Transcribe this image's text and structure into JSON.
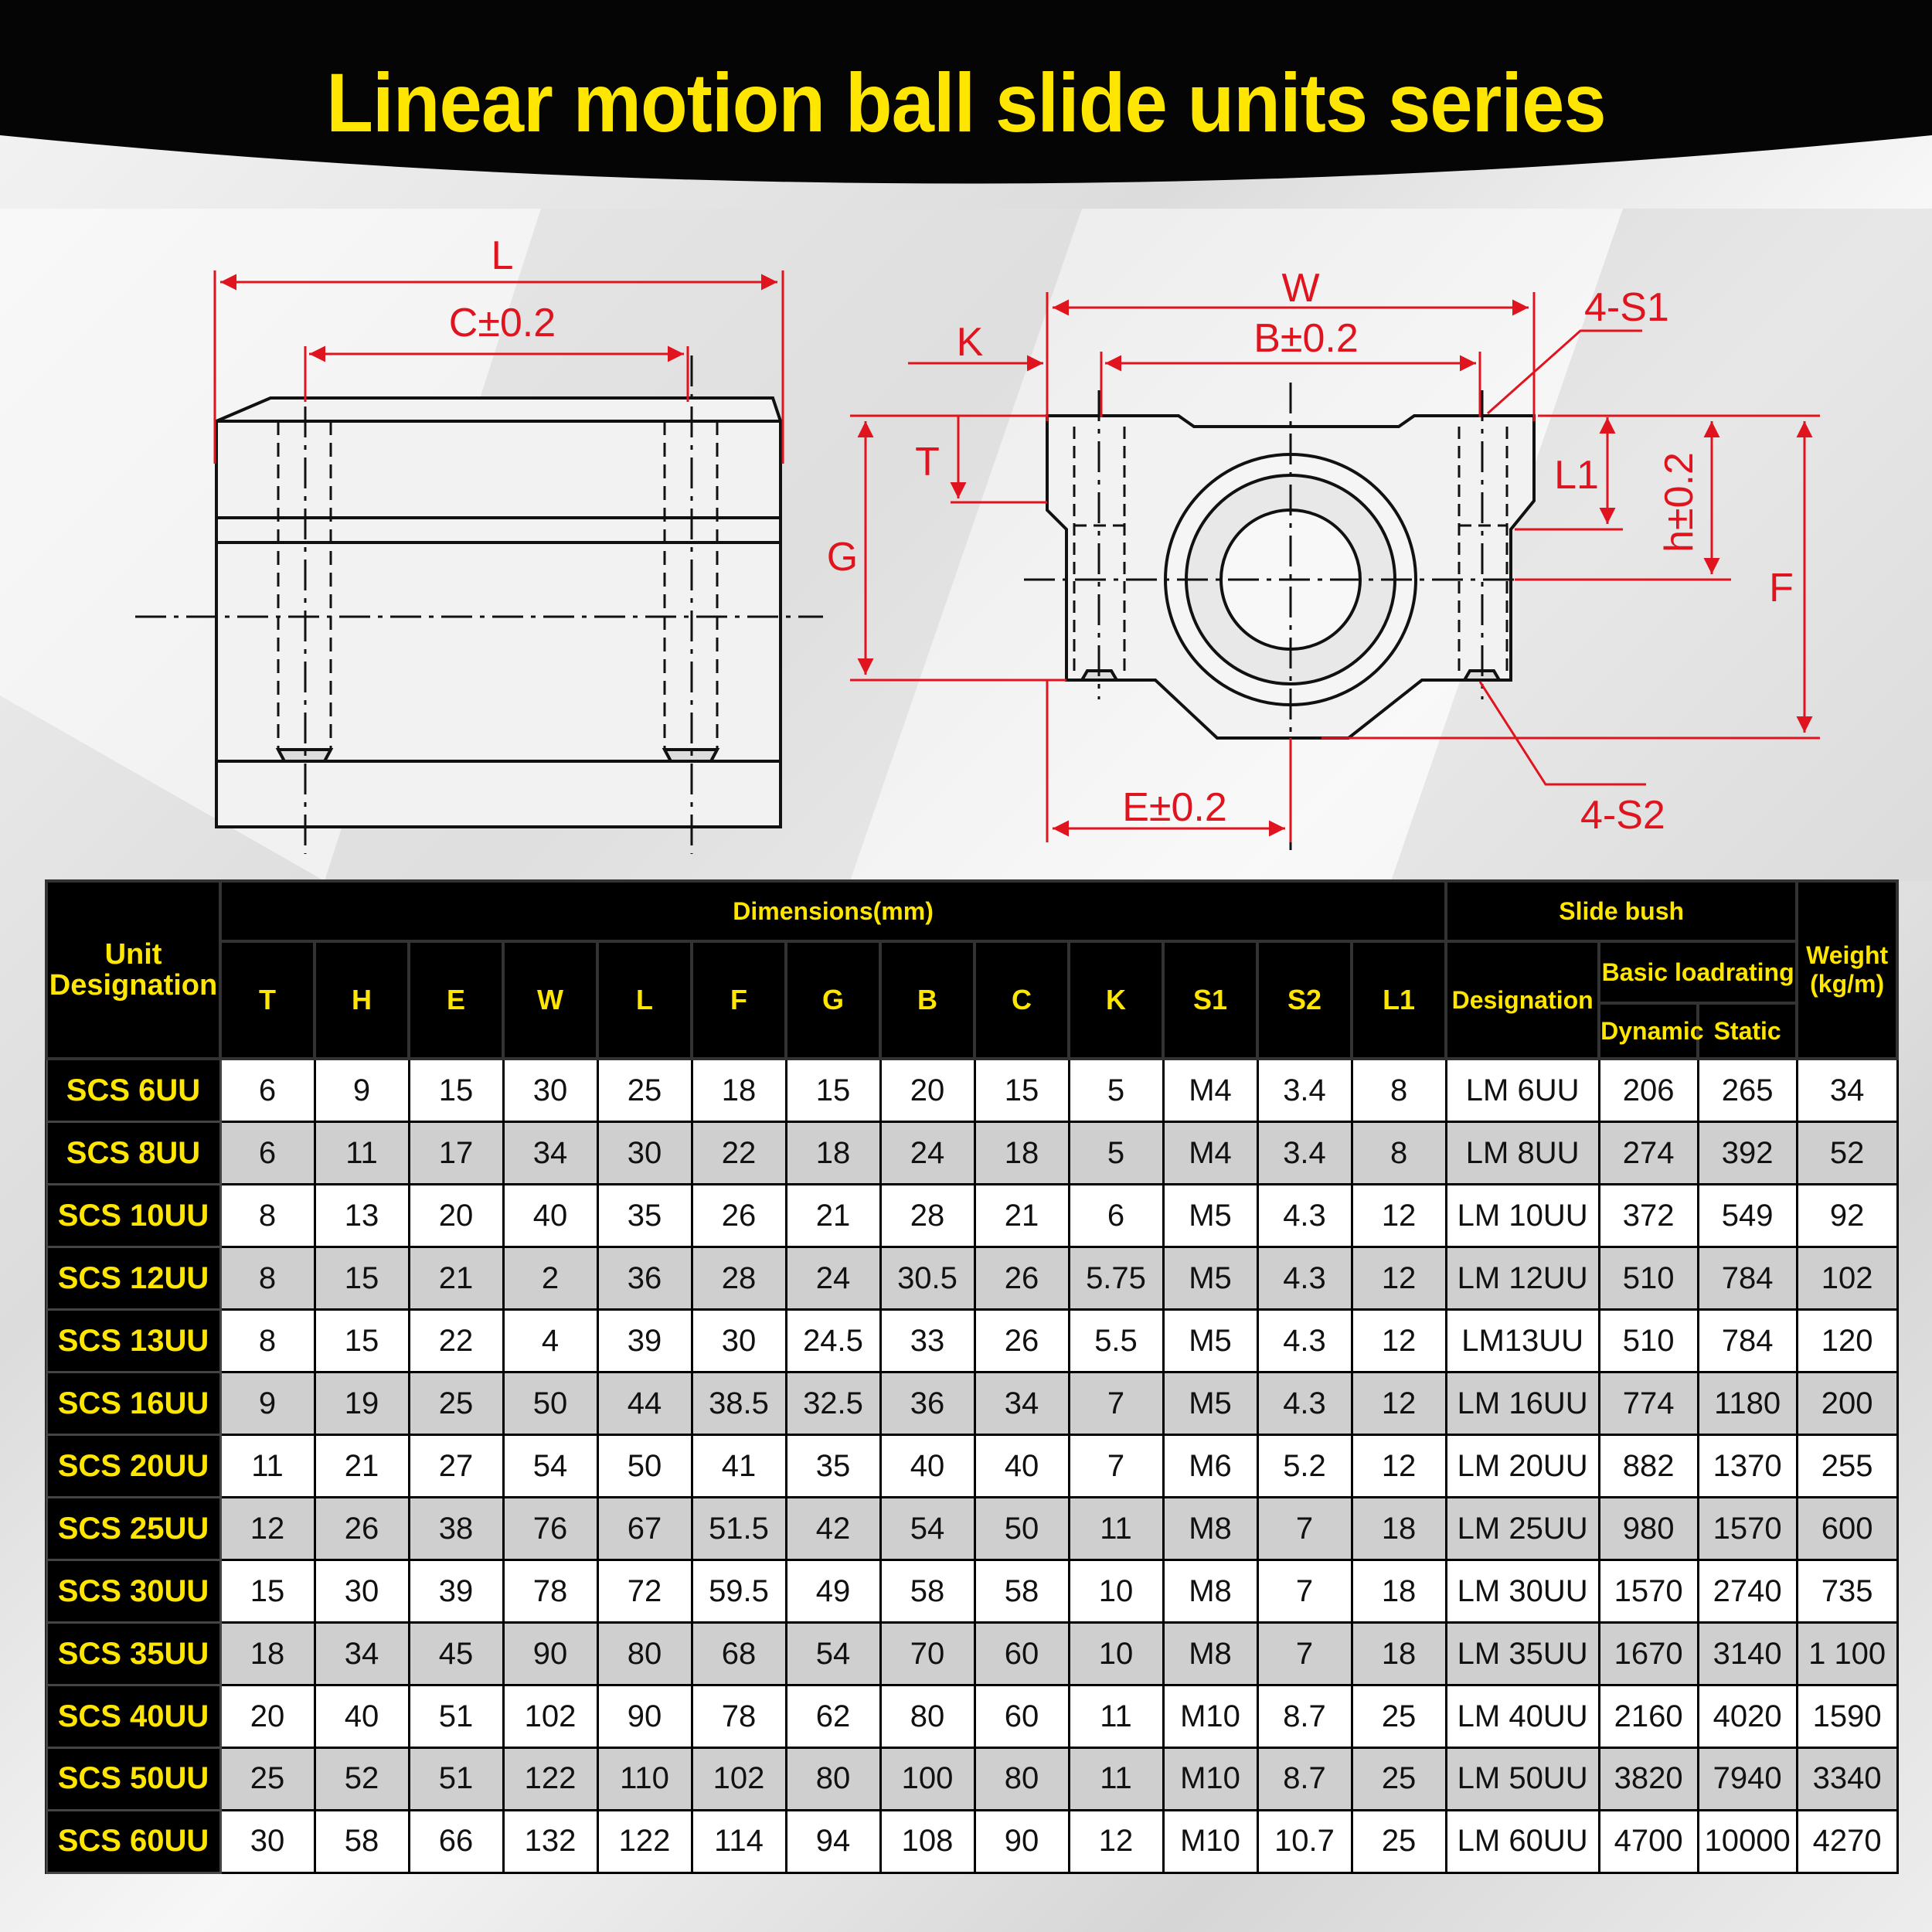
{
  "title": "Linear motion ball slide units series",
  "drawing": {
    "labels": {
      "L": "L",
      "C": "C±0.2",
      "W": "W",
      "K": "K",
      "B": "B±0.2",
      "S1": "4-S1",
      "T": "T",
      "G": "G",
      "L1": "L1",
      "h": "h±0.2",
      "F": "F",
      "E": "E±0.2",
      "S2": "4-S2"
    }
  },
  "table": {
    "header": {
      "unit_designation": "Unit Designation",
      "dimensions": "Dimensions(mm)",
      "slide_bush": "Slide bush",
      "weight": "Weight (kg/m)",
      "designation": "Designation",
      "basic_loadrating": "Basic loadrating",
      "dynamic": "Dynamic",
      "static": "Static",
      "dim_cols": [
        "T",
        "H",
        "E",
        "W",
        "L",
        "F",
        "G",
        "B",
        "C",
        "K",
        "S1",
        "S2",
        "L1"
      ]
    },
    "rows": [
      {
        "unit": "SCS 6UU",
        "vals": [
          "6",
          "9",
          "15",
          "30",
          "25",
          "18",
          "15",
          "20",
          "15",
          "5",
          "M4",
          "3.4",
          "8"
        ],
        "bush": "LM 6UU",
        "dyn": "206",
        "sta": "265",
        "wt": "34"
      },
      {
        "unit": "SCS 8UU",
        "vals": [
          "6",
          "11",
          "17",
          "34",
          "30",
          "22",
          "18",
          "24",
          "18",
          "5",
          "M4",
          "3.4",
          "8"
        ],
        "bush": "LM 8UU",
        "dyn": "274",
        "sta": "392",
        "wt": "52"
      },
      {
        "unit": "SCS 10UU",
        "vals": [
          "8",
          "13",
          "20",
          "40",
          "35",
          "26",
          "21",
          "28",
          "21",
          "6",
          "M5",
          "4.3",
          "12"
        ],
        "bush": "LM 10UU",
        "dyn": "372",
        "sta": "549",
        "wt": "92"
      },
      {
        "unit": "SCS 12UU",
        "vals": [
          "8",
          "15",
          "21",
          "2",
          "36",
          "28",
          "24",
          "30.5",
          "26",
          "5.75",
          "M5",
          "4.3",
          "12"
        ],
        "bush": "LM 12UU",
        "dyn": "510",
        "sta": "784",
        "wt": "102"
      },
      {
        "unit": "SCS 13UU",
        "vals": [
          "8",
          "15",
          "22",
          "4",
          "39",
          "30",
          "24.5",
          "33",
          "26",
          "5.5",
          "M5",
          "4.3",
          "12"
        ],
        "bush": "LM13UU",
        "dyn": "510",
        "sta": "784",
        "wt": "120"
      },
      {
        "unit": "SCS 16UU",
        "vals": [
          "9",
          "19",
          "25",
          "50",
          "44",
          "38.5",
          "32.5",
          "36",
          "34",
          "7",
          "M5",
          "4.3",
          "12"
        ],
        "bush": "LM 16UU",
        "dyn": "774",
        "sta": "1180",
        "wt": "200"
      },
      {
        "unit": "SCS 20UU",
        "vals": [
          "11",
          "21",
          "27",
          "54",
          "50",
          "41",
          "35",
          "40",
          "40",
          "7",
          "M6",
          "5.2",
          "12"
        ],
        "bush": "LM 20UU",
        "dyn": "882",
        "sta": "1370",
        "wt": "255"
      },
      {
        "unit": "SCS 25UU",
        "vals": [
          "12",
          "26",
          "38",
          "76",
          "67",
          "51.5",
          "42",
          "54",
          "50",
          "11",
          "M8",
          "7",
          "18"
        ],
        "bush": "LM 25UU",
        "dyn": "980",
        "sta": "1570",
        "wt": "600"
      },
      {
        "unit": "SCS 30UU",
        "vals": [
          "15",
          "30",
          "39",
          "78",
          "72",
          "59.5",
          "49",
          "58",
          "58",
          "10",
          "M8",
          "7",
          "18"
        ],
        "bush": "LM 30UU",
        "dyn": "1570",
        "sta": "2740",
        "wt": "735"
      },
      {
        "unit": "SCS 35UU",
        "vals": [
          "18",
          "34",
          "45",
          "90",
          "80",
          "68",
          "54",
          "70",
          "60",
          "10",
          "M8",
          "7",
          "18"
        ],
        "bush": "LM 35UU",
        "dyn": "1670",
        "sta": "3140",
        "wt": "1 100"
      },
      {
        "unit": "SCS 40UU",
        "vals": [
          "20",
          "40",
          "51",
          "102",
          "90",
          "78",
          "62",
          "80",
          "60",
          "11",
          "M10",
          "8.7",
          "25"
        ],
        "bush": "LM 40UU",
        "dyn": "2160",
        "sta": "4020",
        "wt": "1590"
      },
      {
        "unit": "SCS 50UU",
        "vals": [
          "25",
          "52",
          "51",
          "122",
          "110",
          "102",
          "80",
          "100",
          "80",
          "11",
          "M10",
          "8.7",
          "25"
        ],
        "bush": "LM 50UU",
        "dyn": "3820",
        "sta": "7940",
        "wt": "3340"
      },
      {
        "unit": "SCS 60UU",
        "vals": [
          "30",
          "58",
          "66",
          "132",
          "122",
          "114",
          "94",
          "108",
          "90",
          "12",
          "M10",
          "10.7",
          "25"
        ],
        "bush": "LM 60UU",
        "dyn": "4700",
        "sta": "10000",
        "wt": "4270"
      }
    ]
  }
}
